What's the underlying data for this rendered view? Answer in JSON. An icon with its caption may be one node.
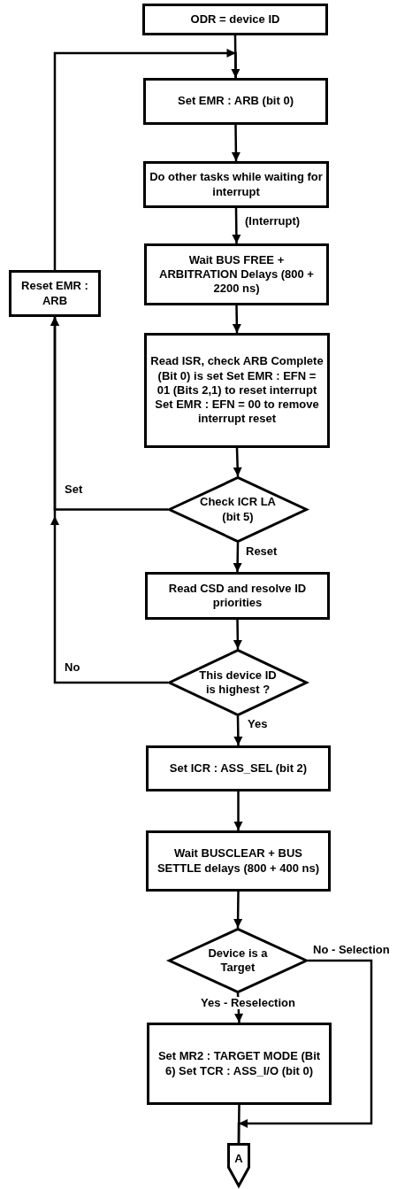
{
  "diagram": {
    "nodes": [
      {
        "text": [
          "ODR = device ID"
        ]
      },
      {
        "text": [
          "Set EMR : ARB (bit 0)"
        ]
      },
      {
        "text": [
          "Do other tasks while waiting for interrupt"
        ]
      },
      {
        "text": [
          "Wait BUS FREE + ARBITRATION Delays (800 + 2200 ns)"
        ]
      },
      {
        "text": [
          "Read ISR, check ARB Complete (Bit 0) is set Set EMR : EFN = 01 (Bits 2,1) to reset interrupt Set EMR : EFN = 00 to remove interrupt reset"
        ]
      },
      {
        "text": [
          "Check ICR LA (bit 5)"
        ]
      },
      {
        "text": [
          "Read CSD and resolve ID priorities"
        ]
      },
      {
        "text": [
          "This device ID is highest ?"
        ]
      },
      {
        "text": [
          "Set ICR : ASS_SEL (bit 2)"
        ]
      },
      {
        "text": [
          "Wait BUSCLEAR + BUS SETTLE delays (800 + 400 ns)"
        ]
      },
      {
        "text": [
          "Device is a Target"
        ]
      },
      {
        "text": [
          "Set MR2 : TARGET MODE (Bit 6) Set TCR : ASS_I/O (bit 0)"
        ]
      },
      {
        "text": [
          "A"
        ]
      },
      {
        "text": [
          "Reset EMR : ARB"
        ]
      }
    ],
    "edges": [
      {
        "from": 0,
        "to": 1,
        "arrow": "to"
      },
      {
        "from": 1,
        "to": 2,
        "arrow": "to"
      },
      {
        "from": 2,
        "to": 3,
        "arrow": "to",
        "label": "(Interrupt)"
      },
      {
        "from": 3,
        "to": 4,
        "arrow": "to"
      },
      {
        "from": 4,
        "to": 5,
        "arrow": "to"
      },
      {
        "from": 5,
        "to": 6,
        "arrow": "to",
        "label": "Reset"
      },
      {
        "from": 6,
        "to": 7,
        "arrow": "to"
      },
      {
        "from": 7,
        "to": 8,
        "arrow": "to",
        "label": "Yes"
      },
      {
        "from": 8,
        "to": 9,
        "arrow": "to"
      },
      {
        "from": 9,
        "to": 10,
        "arrow": "to"
      },
      {
        "from": 10,
        "to": 11,
        "arrow": "to",
        "label": "Yes - Reselection"
      },
      {
        "from": 11,
        "to": 12,
        "arrow": "none"
      },
      {
        "from": 10,
        "to": 12,
        "arrow": "to",
        "label": "No - Selection"
      },
      {
        "from": 5,
        "to": 13,
        "arrow": "to",
        "label": "Set"
      },
      {
        "from": 7,
        "to": 13,
        "arrow": "to",
        "label": "No"
      },
      {
        "from": 13,
        "to": 1,
        "arrow": "to"
      }
    ]
  }
}
